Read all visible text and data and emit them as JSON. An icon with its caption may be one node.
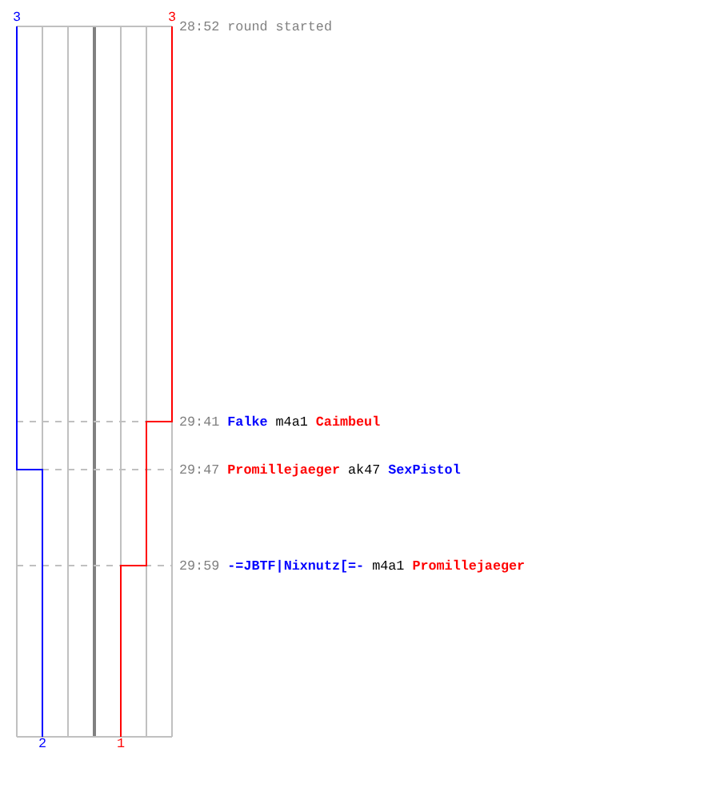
{
  "diagram": {
    "labels": [
      "3",
      "3",
      "28:52",
      "round started",
      "29:41",
      "Falke",
      "m4a1",
      "Caimbeul",
      "29:47",
      "Promillejaeger",
      "ak47",
      "SexPistol",
      "29:59",
      "-=JBTF|Nixnutz[=-",
      "m4a1",
      "Promillejaeger",
      "2",
      "1"
    ]
  }
}
